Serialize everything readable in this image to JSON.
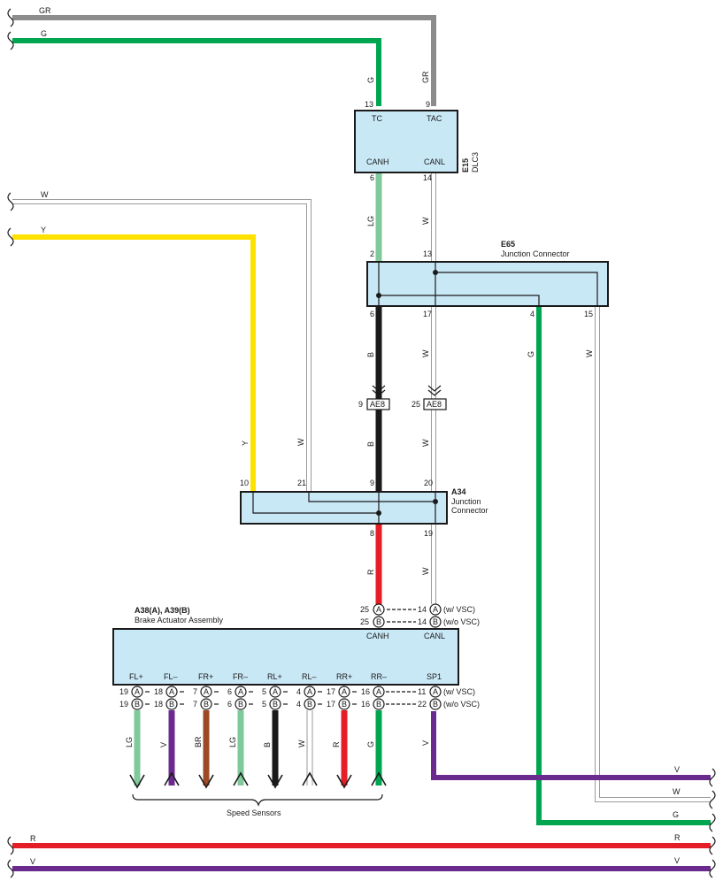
{
  "colors": {
    "GR": "#8c8c8c",
    "G": "#00a550",
    "LG": "#7fc99a",
    "Y": "#ffe100",
    "W": "#ffffff",
    "B": "#1a1a1a",
    "R": "#e41e26",
    "V": "#6a2a8e",
    "BR": "#9c4a25",
    "box_fill": "#c9e8f6"
  },
  "left_wires": {
    "gr": "GR",
    "g": "G",
    "w": "W",
    "y": "Y",
    "r": "R",
    "v": "V"
  },
  "dlc3": {
    "code": "E15",
    "name": "DLC3",
    "pin_g": "13",
    "pin_gr": "9",
    "tc": "TC",
    "tac": "TAC",
    "canh": "CANH",
    "canl": "CANL",
    "out_lg": "6",
    "out_w": "14",
    "wire_g": "G",
    "wire_gr": "GR",
    "wire_lg": "LG",
    "wire_w": "W"
  },
  "e65": {
    "code": "E65",
    "name": "Junction Connector",
    "in_lg": "2",
    "in_w": "13",
    "out_b": "6",
    "out_w": "17",
    "out_g": "4",
    "out_w2": "15",
    "wire_b": "B",
    "wire_w": "W",
    "wire_g": "G",
    "wire_w2": "W"
  },
  "ae8": {
    "code": "AE8",
    "pin_b": "9",
    "pin_w": "25",
    "wire_b": "B",
    "wire_w": "W"
  },
  "a34": {
    "code": "A34",
    "name1": "Junction",
    "name2": "Connector",
    "pin_y": "10",
    "pin_w": "21",
    "pin_b": "9",
    "pin_w2": "20",
    "out_r": "8",
    "out_w": "19",
    "wire_y": "Y",
    "wire_w": "W",
    "wire_r": "R",
    "wire_w2": "W"
  },
  "actuator": {
    "code": "A38(A), A39(B)",
    "name": "Brake Actuator Assembly",
    "canh": "CANH",
    "canl": "CANL",
    "can_pins": [
      {
        "a": "25",
        "conn": "A",
        "b": "14",
        "conn2": "A",
        "note": "(w/ VSC)"
      },
      {
        "a": "25",
        "conn": "B",
        "b": "14",
        "conn2": "B",
        "note": "(w/o VSC)"
      }
    ],
    "sp1": "SP1",
    "sp1_pins": [
      {
        "n": "11",
        "conn": "A",
        "note": "(w/ VSC)"
      },
      {
        "n": "22",
        "conn": "B",
        "note": "(w/o VSC)"
      }
    ],
    "terminals": [
      {
        "label": "FL+",
        "pinA": "19",
        "pinB": "19",
        "wire": "LG",
        "color": "LG",
        "dir": "down"
      },
      {
        "label": "FL–",
        "pinA": "18",
        "pinB": "18",
        "wire": "V",
        "color": "V",
        "dir": "up"
      },
      {
        "label": "FR+",
        "pinA": "7",
        "pinB": "7",
        "wire": "BR",
        "color": "BR",
        "dir": "down"
      },
      {
        "label": "FR–",
        "pinA": "6",
        "pinB": "6",
        "wire": "LG",
        "color": "LG",
        "dir": "up"
      },
      {
        "label": "RL+",
        "pinA": "5",
        "pinB": "5",
        "wire": "B",
        "color": "B",
        "dir": "down"
      },
      {
        "label": "RL–",
        "pinA": "4",
        "pinB": "4",
        "wire": "W",
        "color": "W",
        "dir": "up"
      },
      {
        "label": "RR+",
        "pinA": "17",
        "pinB": "17",
        "wire": "R",
        "color": "R",
        "dir": "down"
      },
      {
        "label": "RR–",
        "pinA": "16",
        "pinB": "16",
        "wire": "G",
        "color": "G",
        "dir": "up"
      }
    ],
    "sp1_wire": "V",
    "sensors_label": "Speed Sensors"
  },
  "right_wires": {
    "v": "V",
    "w": "W",
    "g": "G",
    "r": "R",
    "v2": "V"
  }
}
